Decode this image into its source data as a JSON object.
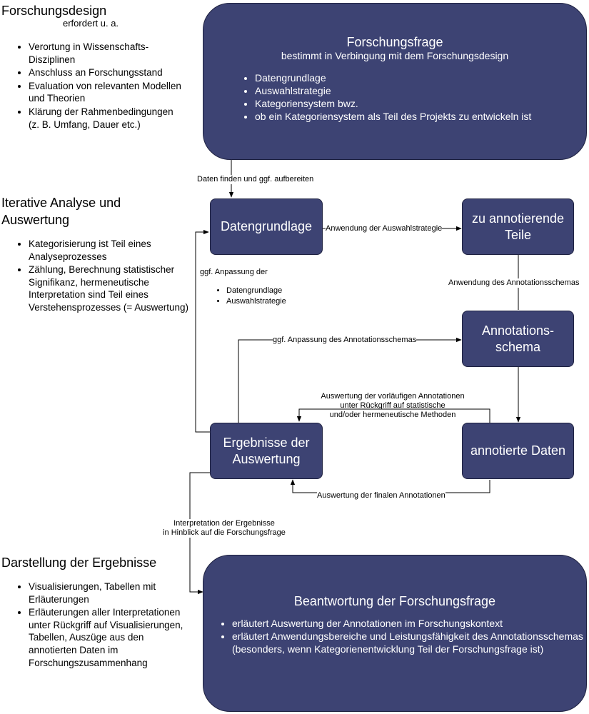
{
  "left": {
    "design": {
      "title": "Forschungsdesign",
      "subtitle": "erfordert u. a.",
      "items": [
        "Verortung in Wissenschafts-Disziplinen",
        "Anschluss an Forschungsstand",
        "Evaluation von relevanten Modellen und Theorien",
        "Klärung der Rahmenbedingungen (z. B. Umfang, Dauer etc.)"
      ]
    },
    "analysis": {
      "title": "Iterative Analyse und\nAuswertung",
      "items": [
        "Kategorisierung ist Teil eines Analyseprozesses",
        "Zählung, Berechnung statistischer Signifikanz, hermeneutische Interpretation sind Teil eines Verstehensprozesses (= Auswertung)"
      ]
    },
    "presentation": {
      "title": "Darstellung der Ergebnisse",
      "items": [
        "Visualisierungen, Tabellen mit Erläuterungen",
        "Erläuterungen aller Interpretationen unter Rückgriff auf Visualisierungen, Tabellen, Auszüge aus den annotierten Daten im Forschungszusammenhang"
      ]
    }
  },
  "boxes": {
    "question": {
      "title": "Forschungsfrage",
      "subtitle": "bestimmt in Verbingung mit dem Forschungsdesign",
      "items": [
        "Datengrundlage",
        "Auswahlstrategie",
        "Kategoriensystem bwz.",
        "ob ein Kategoriensystem als Teil des Projekts zu entwickeln ist"
      ]
    },
    "data": "Datengrundlage",
    "parts": "zu annotierende\nTeile",
    "schema": "Annotations-\nschema",
    "annotated": "annotierte Daten",
    "results": "Ergebnisse der\nAuswertung",
    "answer": {
      "title": "Beantwortung der Forschungsfrage",
      "items": [
        "erläutert Auswertung der Annotationen im Forschungskontext",
        "erläutert Anwendungsbereiche und Leistungsfähigkeit des Annotationsschemas (besonders, wenn Kategorienentwicklung Teil der Forschungsfrage ist)"
      ]
    }
  },
  "edges": {
    "find_data": "Daten finden und ggf. aufbereiten",
    "apply_selection": "Anwendung der Auswahlstrategie",
    "apply_schema": "Anwendung des Annotationsschemas",
    "adjust_heading": "ggf. Anpassung der",
    "adjust_items": [
      "Datengrundlage",
      "Auswahlstrategie"
    ],
    "adjust_schema": "ggf. Anpassung des Annotationsschemas",
    "eval_preliminary": "Auswertung der vorläufigen Annotationen\nunter Rückgriff auf statistische\nund/oder hermeneutische Methoden",
    "eval_final": "Auswertung der finalen Annotationen",
    "interpretation": "Interpretation der Ergebnisse\nin Hinblick auf die Forschungsfrage"
  },
  "colors": {
    "box_fill": "#3d4373",
    "box_text": "#ffffff",
    "line": "#000000"
  }
}
